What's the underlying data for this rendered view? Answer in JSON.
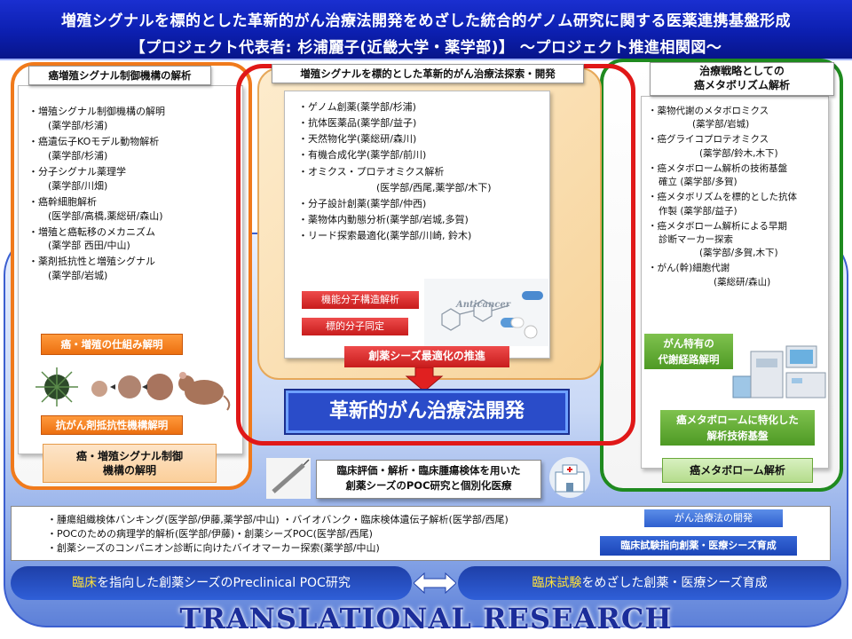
{
  "header": {
    "title_line1": "増殖シグナルを標的とした革新的がん治療法開発をめざした統合的ゲノム研究に関する医薬連携基盤形成",
    "title_line2": "【プロジェクト代表者: 杉浦麗子(近畿大学・薬学部)】 〜プロジェクト推進相関図〜"
  },
  "left": {
    "title": "癌増殖シグナル制御機構の解析",
    "items": [
      {
        "line": "・増殖シグナル制御機構の解明",
        "sub": "(薬学部/杉浦)"
      },
      {
        "line": "・癌遺伝子KOモデル動物解析",
        "sub": "(薬学部/杉浦)"
      },
      {
        "line": "・分子シグナル薬理学",
        "sub": "(薬学部/川畑)"
      },
      {
        "line": "・癌幹細胞解析",
        "sub": "(医学部/高橋,薬総研/森山)"
      },
      {
        "line": "・増殖と癌転移のメカニズム",
        "sub": "(薬学部 西田/中山)"
      },
      {
        "line": "・薬剤抵抗性と増殖シグナル",
        "sub": "(薬学部/岩城)"
      }
    ],
    "badge1": "癌・増殖の仕組み解明",
    "badge2": "抗がん剤抵抗性機構解明",
    "bottom_box_line1": "癌・増殖シグナル制御",
    "bottom_box_line2": "機構の解明"
  },
  "center": {
    "title": "増殖シグナルを標的とした革新的がん治療法探索・開発",
    "items": [
      "・ゲノム創薬(薬学部/杉浦)",
      "・抗体医薬品(薬学部/益子)",
      "・天然物化学(薬総研/森川)",
      "・有機合成化学(薬学部/前川)",
      "・オミクス・プロテオミクス解析",
      "(医学部/西尾,薬学部/木下)",
      "・分子設計創薬(薬学部/仲西)",
      "・薬物体内動態分析(薬学部/岩城,多賀)",
      "・リード探索最適化(薬学部/川崎, 鈴木)"
    ],
    "badge1": "機能分子構造解析",
    "badge2": "標的分子同定",
    "badge3": "創薬シーズ最適化の推進",
    "image_text": "Anticancer"
  },
  "main_box": "革新的がん治療法開発",
  "right": {
    "title_line1": "治療戦略としての",
    "title_line2": "癌メタボリズム解析",
    "items": [
      {
        "line": "・薬物代謝のメタボロミクス",
        "sub": "(薬学部/岩城)"
      },
      {
        "line": "・癌グライコプロテオミクス",
        "sub": "(薬学部/鈴木,木下)"
      },
      {
        "line": "・癌メタボローム解析の技術基盤",
        "line2": "確立 (薬学部/多賀)"
      },
      {
        "line": "・癌メタボリズムを標的とした抗体",
        "line2": "作製 (薬学部/益子)"
      },
      {
        "line": "・癌メタボローム解析による早期",
        "line2": "診断マーカー探索",
        "sub": "(薬学部/多賀,木下)"
      },
      {
        "line": "・がん(幹)細胞代謝",
        "sub": "(薬総研/森山)"
      }
    ],
    "badge1_line1": "がん特有の",
    "badge1_line2": "代謝経路解明",
    "badge2_line1": "癌メタボロームに特化した",
    "badge2_line2": "解析技術基盤",
    "bottom_box": "癌メタボローム解析"
  },
  "middle_box": {
    "line1": "臨床評価・解析・臨床腫瘍検体を用いた",
    "line2": "創薬シーズのPOC研究と個別化医療"
  },
  "bottom": {
    "row1": "・腫瘍組織検体バンキング(医学部/伊藤,薬学部/中山)  ・バイオバンク・臨床検体遺伝子解析(医学部/西尾)",
    "row2": "・POCのための病理学的解析(医学部/伊藤)・創薬シーズPOC(医学部/西尾)",
    "row3": "・創薬シーズのコンパニオン診断に向けたバイオマーカー探索(薬学部/中山)",
    "badge1": "がん治療法の開発",
    "badge2": "臨床試験指向創薬・医療シーズ育成"
  },
  "pills": {
    "left_hl": "臨床",
    "left_rest": "を指向した創薬シーズのPreclinical POC研究",
    "right_hl": "臨床試験",
    "right_rest": "をめざした創薬・医療シーズ育成"
  },
  "footer": "TRANSLATIONAL RESEARCH",
  "colors": {
    "header": "#0c1fb0",
    "orange": "#f07a1c",
    "red": "#e01818",
    "green": "#1f8a1f",
    "blue": "#2a4cc9"
  }
}
